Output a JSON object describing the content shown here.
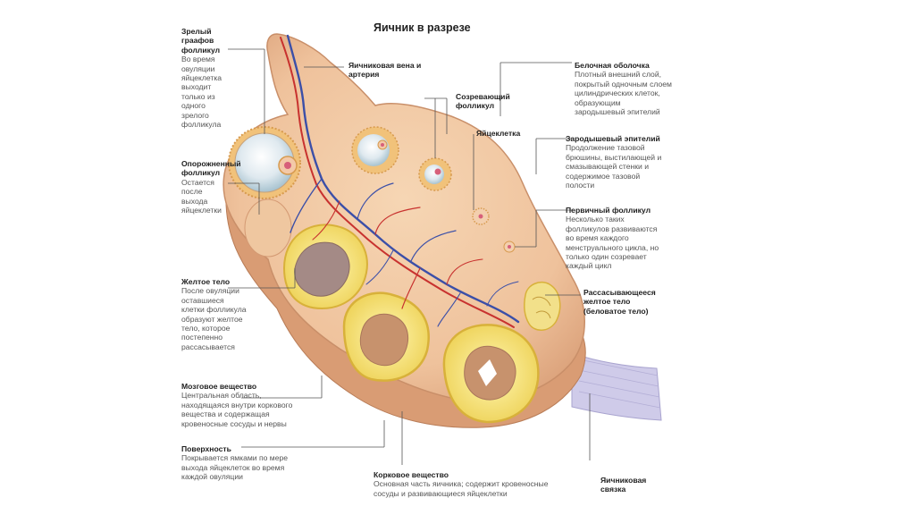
{
  "title": "Яичник в разрезе",
  "labels": {
    "graaf": {
      "head": "Зрелый граафов фолликул",
      "desc": "Во время овуляции яйцеклетка выходит только из одного зрелого фолликула"
    },
    "vein": {
      "head": "Яичниковая вена и артерия",
      "desc": ""
    },
    "maturing": {
      "head": "Созревающий фолликул",
      "desc": ""
    },
    "albuginea": {
      "head": "Белочная оболочка",
      "desc": "Плотный внешний слой, покрытый одночным слоем цилиндрических клеток, образующим зародышевый эпителий"
    },
    "egg": {
      "head": "Яйцеклетка",
      "desc": ""
    },
    "germinal": {
      "head": "Зародышевый эпителий",
      "desc": "Продолжение тазовой брюшины, выстилающей и смазывающей стенки и содержимое тазовой полости"
    },
    "empty": {
      "head": "Опорожненный фолликул",
      "desc": "Остается после выхода яйцеклетки"
    },
    "primary": {
      "head": "Первичный фолликул",
      "desc": "Несколько таких фолликулов развиваются во время каждого менструального цикла, но только один созревает каждый цикл"
    },
    "corpus_luteum": {
      "head": "Желтое тело",
      "desc": "После овуляции оставшиеся клетки фолликула образуют желтое тело, которое постепенно рассасывается"
    },
    "albicans": {
      "head": "Рассасывающееся желтое тело (беловатое тело)",
      "desc": ""
    },
    "medulla": {
      "head": "Мозговое вещество",
      "desc": "Центральная область, находящаяся внутри коркового вещества и содержащая кровеносные сосуды и нервы"
    },
    "surface": {
      "head": "Поверхность",
      "desc": "Покрывается ямками по мере выхода яйцеклеток во время каждой овуляции"
    },
    "cortex": {
      "head": "Корковое вещество",
      "desc": "Основная часть яичника; содержит кровеносные сосуды и развивающиеся яйцеклетки"
    },
    "ligament": {
      "head": "Яичниковая связка",
      "desc": ""
    }
  },
  "colors": {
    "tissue": "#f2c9a4",
    "tissue_dark": "#d9a47c",
    "artery": "#c8322f",
    "vein": "#3b4fa8",
    "yellow": "#f3e27a",
    "ligament": "#c9c6e6",
    "leader": "#555555"
  }
}
